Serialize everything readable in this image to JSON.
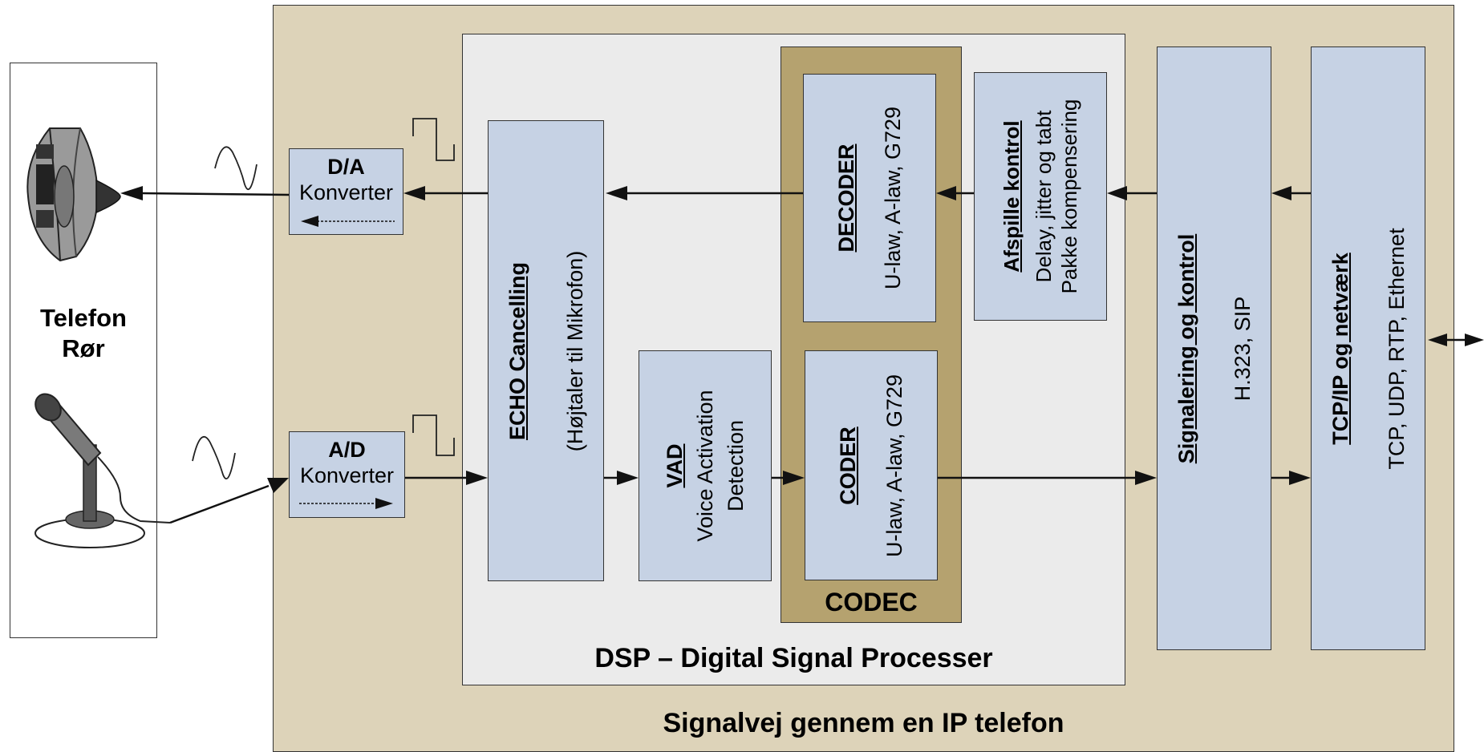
{
  "caption": "Signalvej gennem en IP telefon",
  "dsp_label": "DSP – Digital Signal Processer",
  "codec_label": "CODEC",
  "phone": {
    "line1": "Telefon",
    "line2": "Rør"
  },
  "da": {
    "title": "D/A",
    "sub": "Konverter"
  },
  "ad": {
    "title": "A/D",
    "sub": "Konverter"
  },
  "echo": {
    "title": "ECHO Cancelling",
    "sub": "(Højtaler til Mikrofon)"
  },
  "vad": {
    "title": "VAD",
    "line1": "Voice Activation",
    "line2": "Detection"
  },
  "decoder": {
    "title": "DECODER",
    "sub": "U-law, A-law, G729"
  },
  "coder": {
    "title": "CODER",
    "sub": "U-law, A-law, G729"
  },
  "afspille": {
    "title": "Afspille kontrol",
    "line1": "Delay, jitter og tabt",
    "line2": "Pakke kompensering"
  },
  "signalering": {
    "title": "Signalering og kontrol",
    "sub": "H.323, SIP"
  },
  "tcpip": {
    "title": "TCP/IP og netværk",
    "sub": "TCP, UDP, RTP, Ethernet"
  },
  "colors": {
    "outer": "#ddd3b9",
    "dsp": "#ebebeb",
    "codec": "#b5a26f",
    "block": "#c6d2e4"
  }
}
